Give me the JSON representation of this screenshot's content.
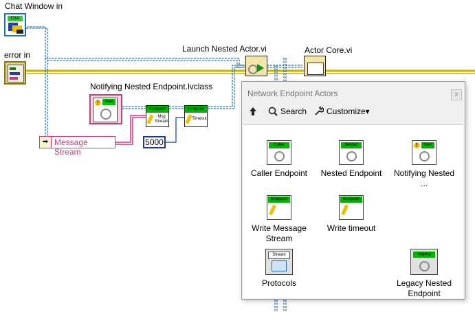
{
  "diagram": {
    "labels": {
      "chat_window_in": "Chat Window in",
      "error_in": "error in",
      "launch_nested_actor": "Launch Nested Actor.vi",
      "actor_core": "Actor Core.vi",
      "notifying_class": "Notifying Nested Endpoint.lvclass",
      "message_stream": "Message Stream",
      "timeout_constant": "5000"
    },
    "icon_text": {
      "chat": "Chat",
      "endpoint": "Endpoint",
      "nest": "Nest",
      "msg_stream": "Msg Stream",
      "timeout": "Timeout"
    },
    "colors": {
      "class_wire": "#1f6fb2",
      "error_wire": "#c8b000",
      "string_wire": "#d1358f",
      "numeric_wire": "#1e3c96",
      "endpoint_green": "#00b300"
    }
  },
  "palette": {
    "title": "Network Endpoint Actors",
    "close": "x",
    "toolbar": {
      "up_icon": "up-arrow-icon",
      "search": "Search",
      "customize": "Customize▾"
    },
    "items": [
      {
        "label": "Caller Endpoint",
        "tag": "Caller"
      },
      {
        "label": "Nested Endpoint",
        "tag": "Nested"
      },
      {
        "label": "Notifying Nested ...",
        "tag": "Nest"
      },
      {
        "label": "Write Message Stream",
        "tag": "Endpoint"
      },
      {
        "label": "Write timeout",
        "tag": "Endpoint"
      },
      {
        "label": "Protocols",
        "tag": "Stream"
      },
      {
        "label": "Legacy Nested Endpoint",
        "tag": "Legacy"
      }
    ]
  }
}
